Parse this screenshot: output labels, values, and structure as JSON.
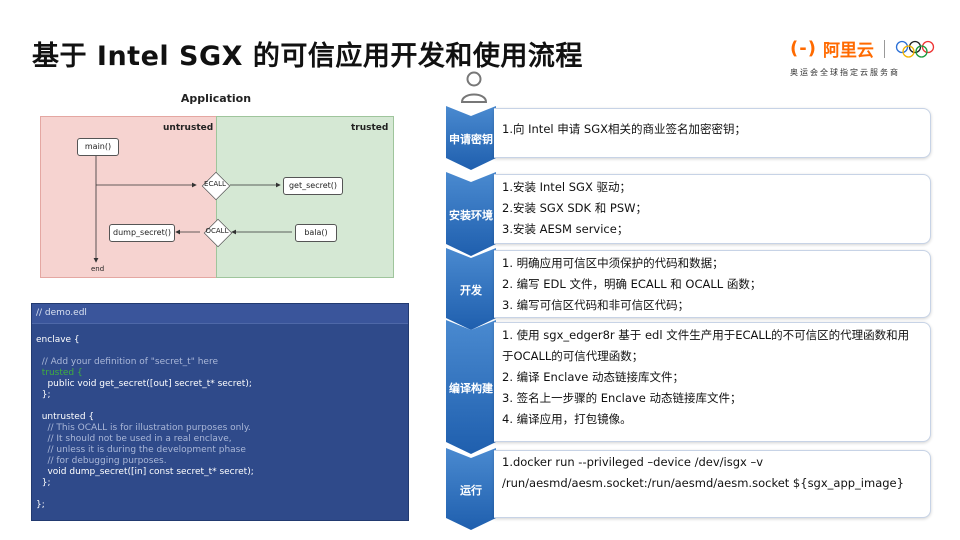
{
  "title": "基于 Intel SGX 的可信应用开发和使用流程",
  "logo": {
    "mark": "(-)",
    "name": "阿里云",
    "sub": "奥运会全球指定云服务商"
  },
  "diagram": {
    "title": "Application",
    "untrusted": "untrusted",
    "trusted": "trusted",
    "nodes": {
      "main": "main()",
      "get_secret": "get_secret()",
      "dump_secret": "dump_secret()",
      "bala": "bala()"
    },
    "ecall": "ECALL",
    "ocall": "OCALL",
    "end": "end"
  },
  "code": {
    "header": "// demo.edl",
    "lines": [
      "",
      "enclave {",
      "",
      "  // Add your definition of \"secret_t\" here",
      "  trusted {",
      "    public void get_secret([out] secret_t* secret);",
      "  };",
      "",
      "  untrusted {",
      "    // This OCALL is for illustration purposes only.",
      "    // It should not be used in a real enclave,",
      "    // unless it is during the development phase",
      "    // for debugging purposes.",
      "    void dump_secret([in] const secret_t* secret);",
      "  };",
      "",
      "};"
    ]
  },
  "flow": [
    {
      "label": "申请密钥",
      "lines": [
        "1.向 Intel 申请 SGX相关的商业签名加密密钥；"
      ]
    },
    {
      "label": "安装环境",
      "lines": [
        "1.安装 Intel SGX 驱动；",
        "2.安装 SGX SDK 和 PSW；",
        "3.安装 AESM service；"
      ]
    },
    {
      "label": "开发",
      "lines": [
        "1. 明确应用可信区中须保护的代码和数据；",
        "2. 编写 EDL 文件，明确 ECALL 和 OCALL 函数；",
        "3. 编写可信区代码和非可信区代码；"
      ]
    },
    {
      "label": "编译构建",
      "lines": [
        "1. 使用 sgx_edger8r 基于 edl 文件生产用于ECALL的不可信区的代理函数和用",
        "    于OCALL的可信代理函数；",
        "2. 编译 Enclave 动态链接库文件；",
        "3. 签名上一步骤的 Enclave 动态链接库文件；",
        "4. 编译应用，打包镜像。"
      ]
    },
    {
      "label": "运行",
      "lines": [
        "1.docker run --privileged –device /dev/isgx –v",
        "    /run/aesmd/aesm.socket:/run/aesmd/aesm.socket  ${sgx_app_image}"
      ]
    }
  ],
  "colors": {
    "chevron": "#1f5fae",
    "chevron_light": "#4a8ad0",
    "accent": "#ff6a00",
    "code_bg": "#2f4a8a"
  }
}
